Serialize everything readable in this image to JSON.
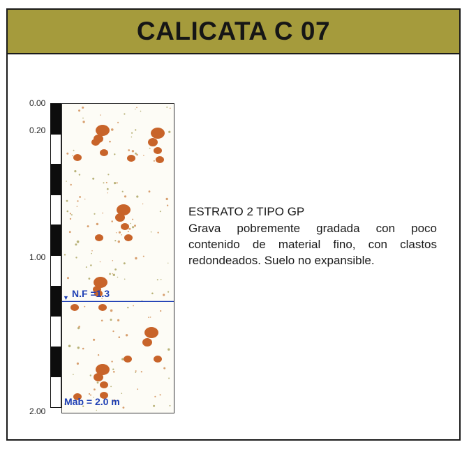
{
  "header": {
    "title": "CALICATA C 07"
  },
  "depth_scale": {
    "labels": [
      {
        "text": "0.00",
        "depth": 0.0
      },
      {
        "text": "0.20",
        "depth": 0.2
      },
      {
        "text": "1.00",
        "depth": 1.0
      },
      {
        "text": "2.00",
        "depth": 2.0
      }
    ],
    "max_depth_m": 2.0,
    "segment_count": 10
  },
  "profile": {
    "water_table_label": "N.F =1.3",
    "water_table_depth_m": 1.3,
    "bottom_label": "Mab = 2.0 m",
    "gravel_color": "#c8642a",
    "water_table_color": "#1e3fb4"
  },
  "stratum": {
    "title": "ESTRATO 2 TIPO GP",
    "description": "Grava pobremente gradada con poco contenido de material fino, con clastos redondeados. Suelo no expansible."
  }
}
